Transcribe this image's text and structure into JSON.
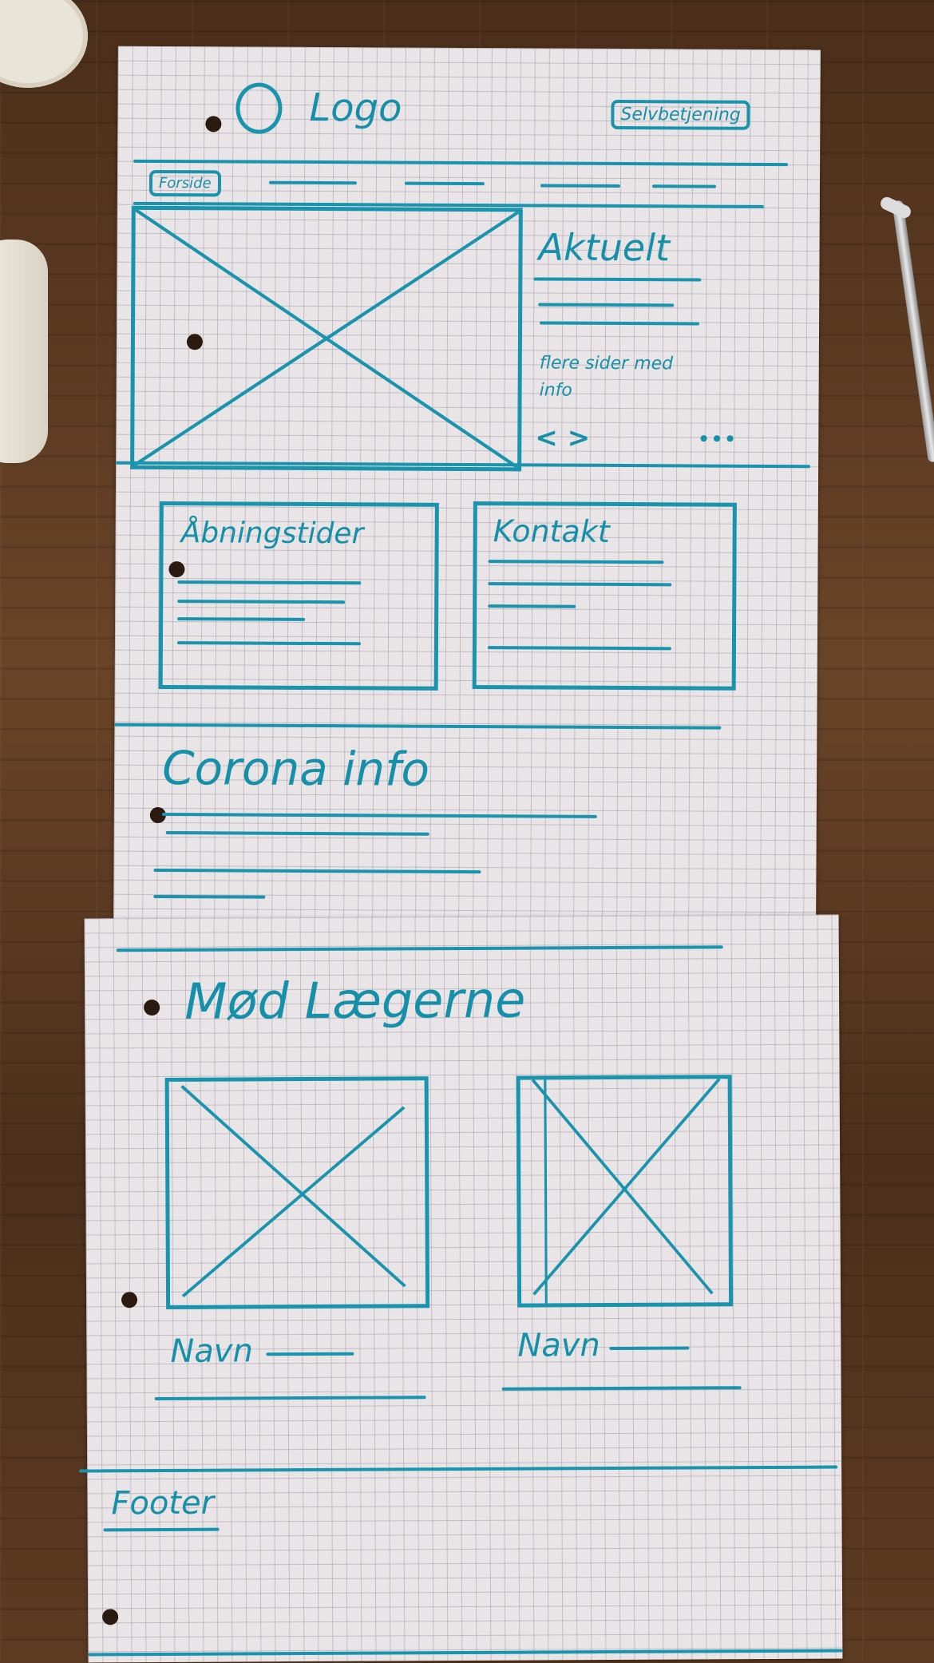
{
  "header": {
    "logo_label": "Logo",
    "self_service_button": "Selvbetjening"
  },
  "nav": {
    "items": [
      "Forside"
    ]
  },
  "hero": {
    "aside": {
      "title": "Aktuelt",
      "text": "flere sider med info",
      "prev_next": "< >",
      "dots": "•••"
    }
  },
  "cards": [
    {
      "title": "Åbningstider"
    },
    {
      "title": "Kontakt"
    }
  ],
  "corona": {
    "title": "Corona info"
  },
  "doctors": {
    "title": "Mød Lægerne",
    "people": [
      {
        "name": "Navn"
      },
      {
        "name": "Navn"
      }
    ]
  },
  "footer": {
    "label": "Footer"
  },
  "colors": {
    "ink": "#1a93ad",
    "paper": "#e9e4e6",
    "table": "#5a3a22"
  }
}
